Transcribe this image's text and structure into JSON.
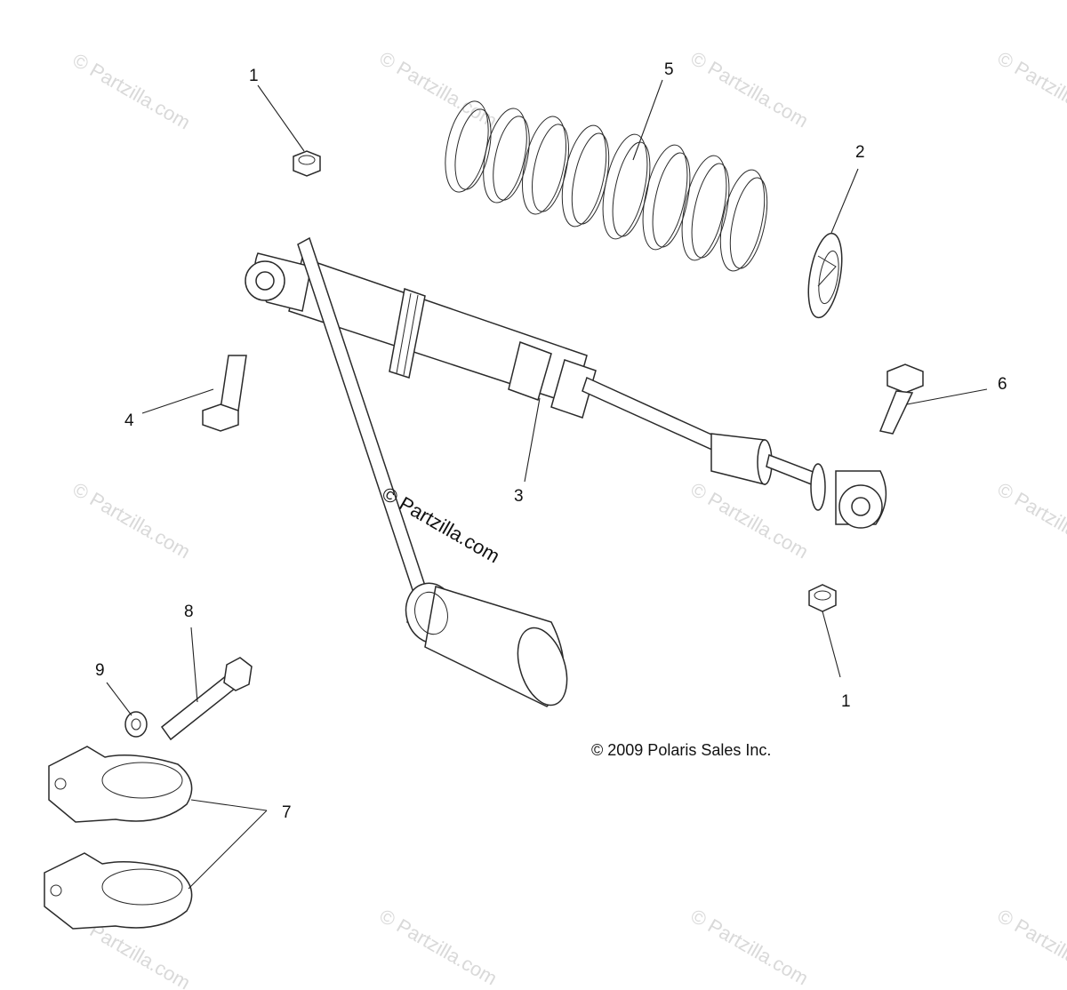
{
  "callouts": {
    "c1a": "1",
    "c1b": "1",
    "c2": "2",
    "c3": "3",
    "c4": "4",
    "c5": "5",
    "c6": "6",
    "c7": "7",
    "c8": "8",
    "c9": "9"
  },
  "copyright": "© 2009 Polaris Sales Inc.",
  "watermark": "© Partzilla.com",
  "center_watermark": "© Partzilla.com"
}
